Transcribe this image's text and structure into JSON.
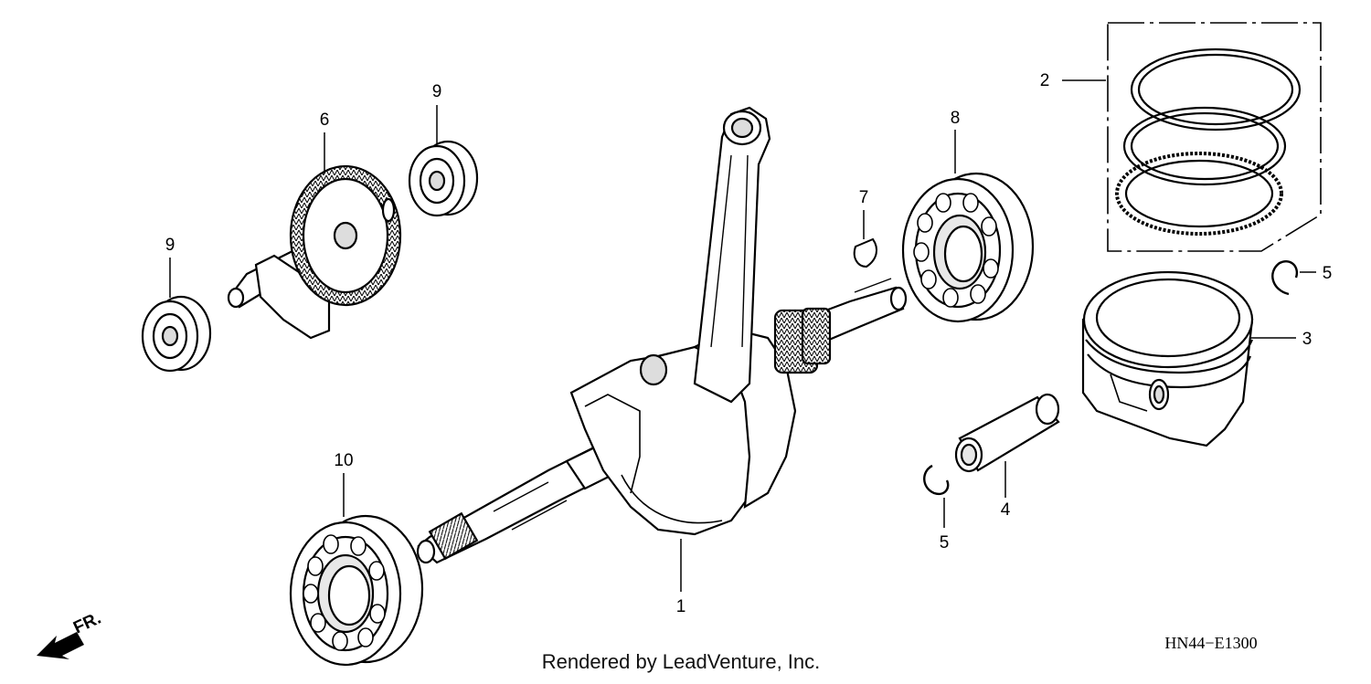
{
  "callouts": {
    "crankshaft": "1",
    "piston_ring_set": "2",
    "piston": "3",
    "piston_pin": "4",
    "pin_clip_upper": "5",
    "pin_clip_lower": "5",
    "balancer_shaft": "6",
    "woodruff_key": "7",
    "bearing_right": "8",
    "bearing_small_upper": "9",
    "bearing_small_left": "9",
    "bearing_left_large": "10"
  },
  "direction_label": "FR.",
  "diagram_code": "HN44−E1300",
  "credit": "Rendered by LeadVenture, Inc.",
  "colors": {
    "line": "#000000",
    "background": "#ffffff",
    "shadow": "#cfcfcf"
  }
}
